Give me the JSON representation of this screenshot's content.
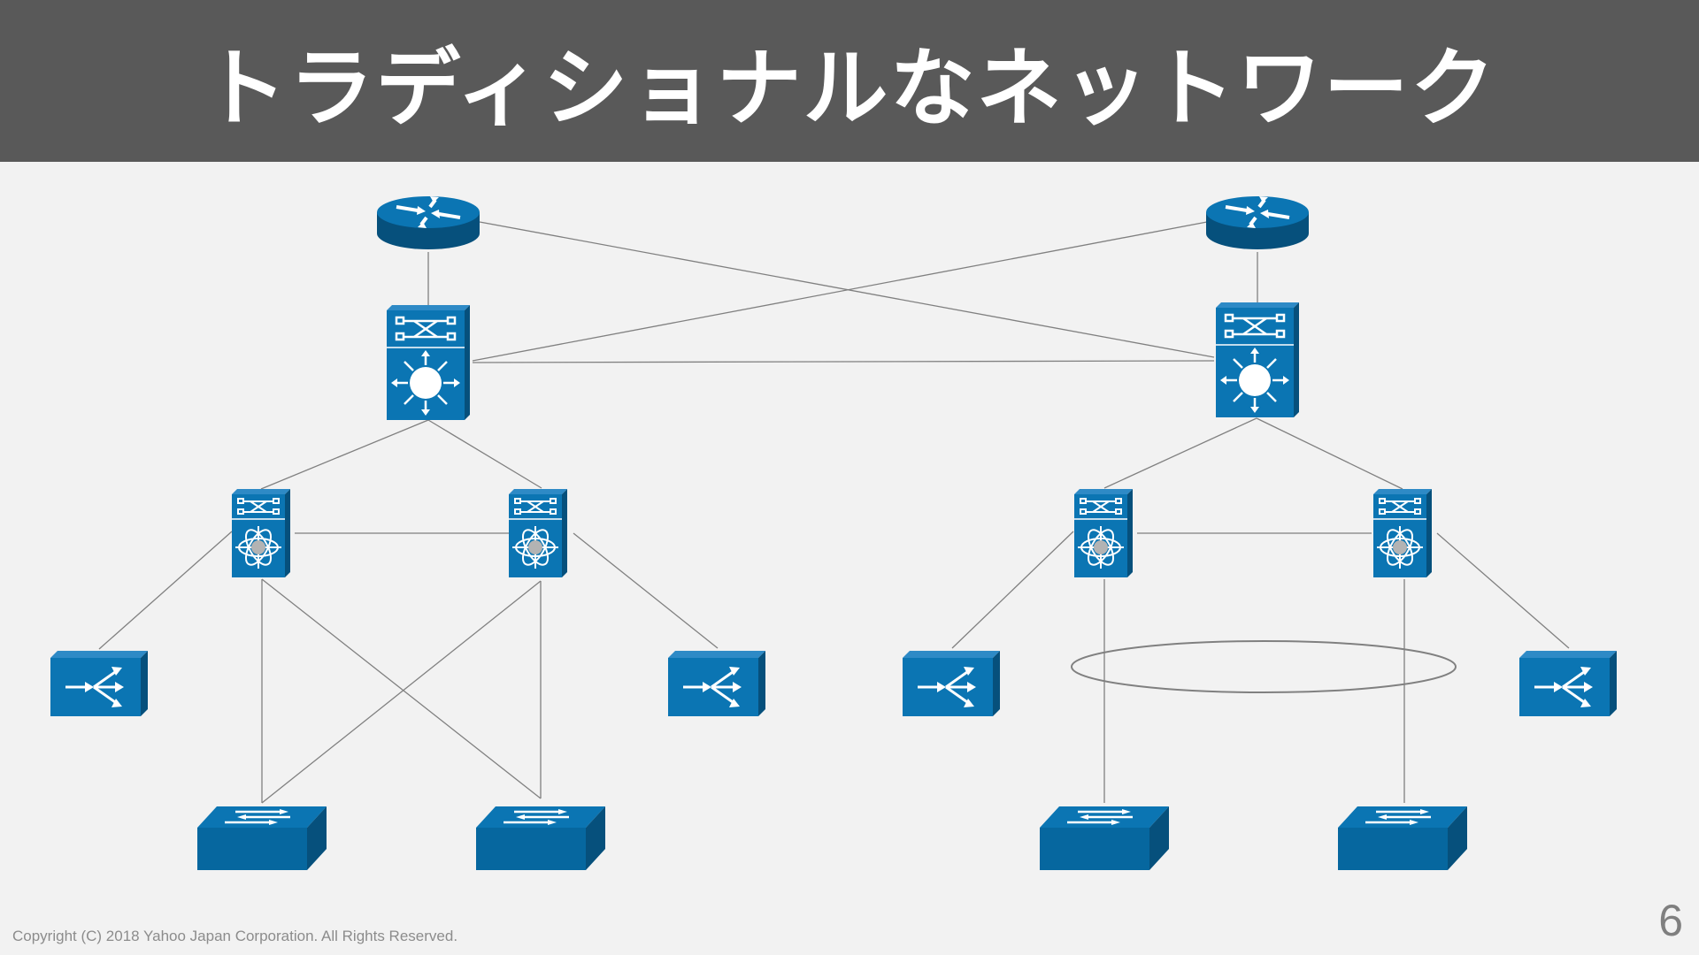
{
  "title": "トラディショナルなネットワーク",
  "footer": {
    "copyright": "Copyright (C) 2018 Yahoo Japan Corporation. All Rights Reserved.",
    "page_number": "6"
  },
  "colors": {
    "title_bar": "#595959",
    "device_blue": "#0b75b3",
    "device_dark": "#06507c",
    "link_gray": "#808080",
    "background": "#f2f2f2"
  },
  "diagram": {
    "topologies": [
      {
        "name": "left",
        "devices": [
          {
            "kind": "router",
            "icon": "router-icon"
          },
          {
            "kind": "core-switch",
            "icon": "l3-core-switch-icon"
          },
          {
            "kind": "distribution-switch",
            "icon": "multilayer-switch-icon"
          },
          {
            "kind": "distribution-switch",
            "icon": "multilayer-switch-icon"
          },
          {
            "kind": "load-balancer",
            "icon": "load-balancer-icon"
          },
          {
            "kind": "load-balancer",
            "icon": "load-balancer-icon"
          },
          {
            "kind": "access-switch",
            "icon": "workgroup-switch-icon"
          },
          {
            "kind": "access-switch",
            "icon": "workgroup-switch-icon"
          }
        ]
      },
      {
        "name": "right",
        "devices": [
          {
            "kind": "router",
            "icon": "router-icon"
          },
          {
            "kind": "core-switch",
            "icon": "l3-core-switch-icon"
          },
          {
            "kind": "distribution-switch",
            "icon": "multilayer-switch-icon"
          },
          {
            "kind": "distribution-switch",
            "icon": "multilayer-switch-icon"
          },
          {
            "kind": "load-balancer",
            "icon": "load-balancer-icon"
          },
          {
            "kind": "load-balancer",
            "icon": "load-balancer-icon"
          },
          {
            "kind": "access-switch",
            "icon": "workgroup-switch-icon"
          },
          {
            "kind": "access-switch",
            "icon": "workgroup-switch-icon"
          }
        ]
      }
    ]
  }
}
